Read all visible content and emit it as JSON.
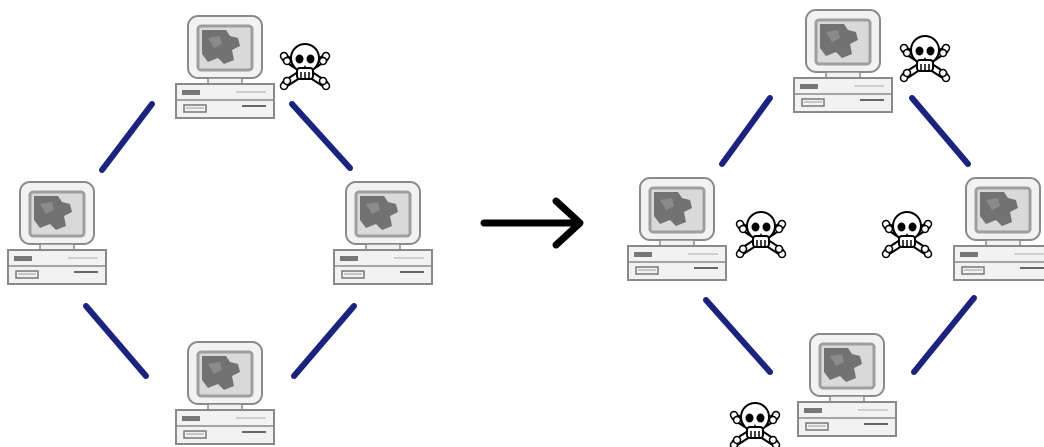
{
  "diagram": {
    "type": "virus-propagation-network",
    "colors": {
      "background": "#ffffff",
      "link": "#1a237e",
      "arrow": "#000000",
      "computer_outline": "#8a8a8a",
      "computer_body": "#f2f2f2",
      "screen_frame": "#9e9e9e",
      "screen_glass": "#d9d9d9",
      "screen_stain": "#5f5f5f",
      "skull_fill": "#ffffff",
      "skull_outline": "#000000"
    },
    "before": {
      "computers": [
        "top",
        "left",
        "right",
        "bottom"
      ],
      "infected": [
        "top"
      ]
    },
    "after": {
      "computers": [
        "top",
        "left",
        "right",
        "bottom"
      ],
      "infected": [
        "top",
        "left",
        "right",
        "bottom"
      ]
    },
    "transition": {
      "icon": "right-arrow-icon"
    }
  }
}
